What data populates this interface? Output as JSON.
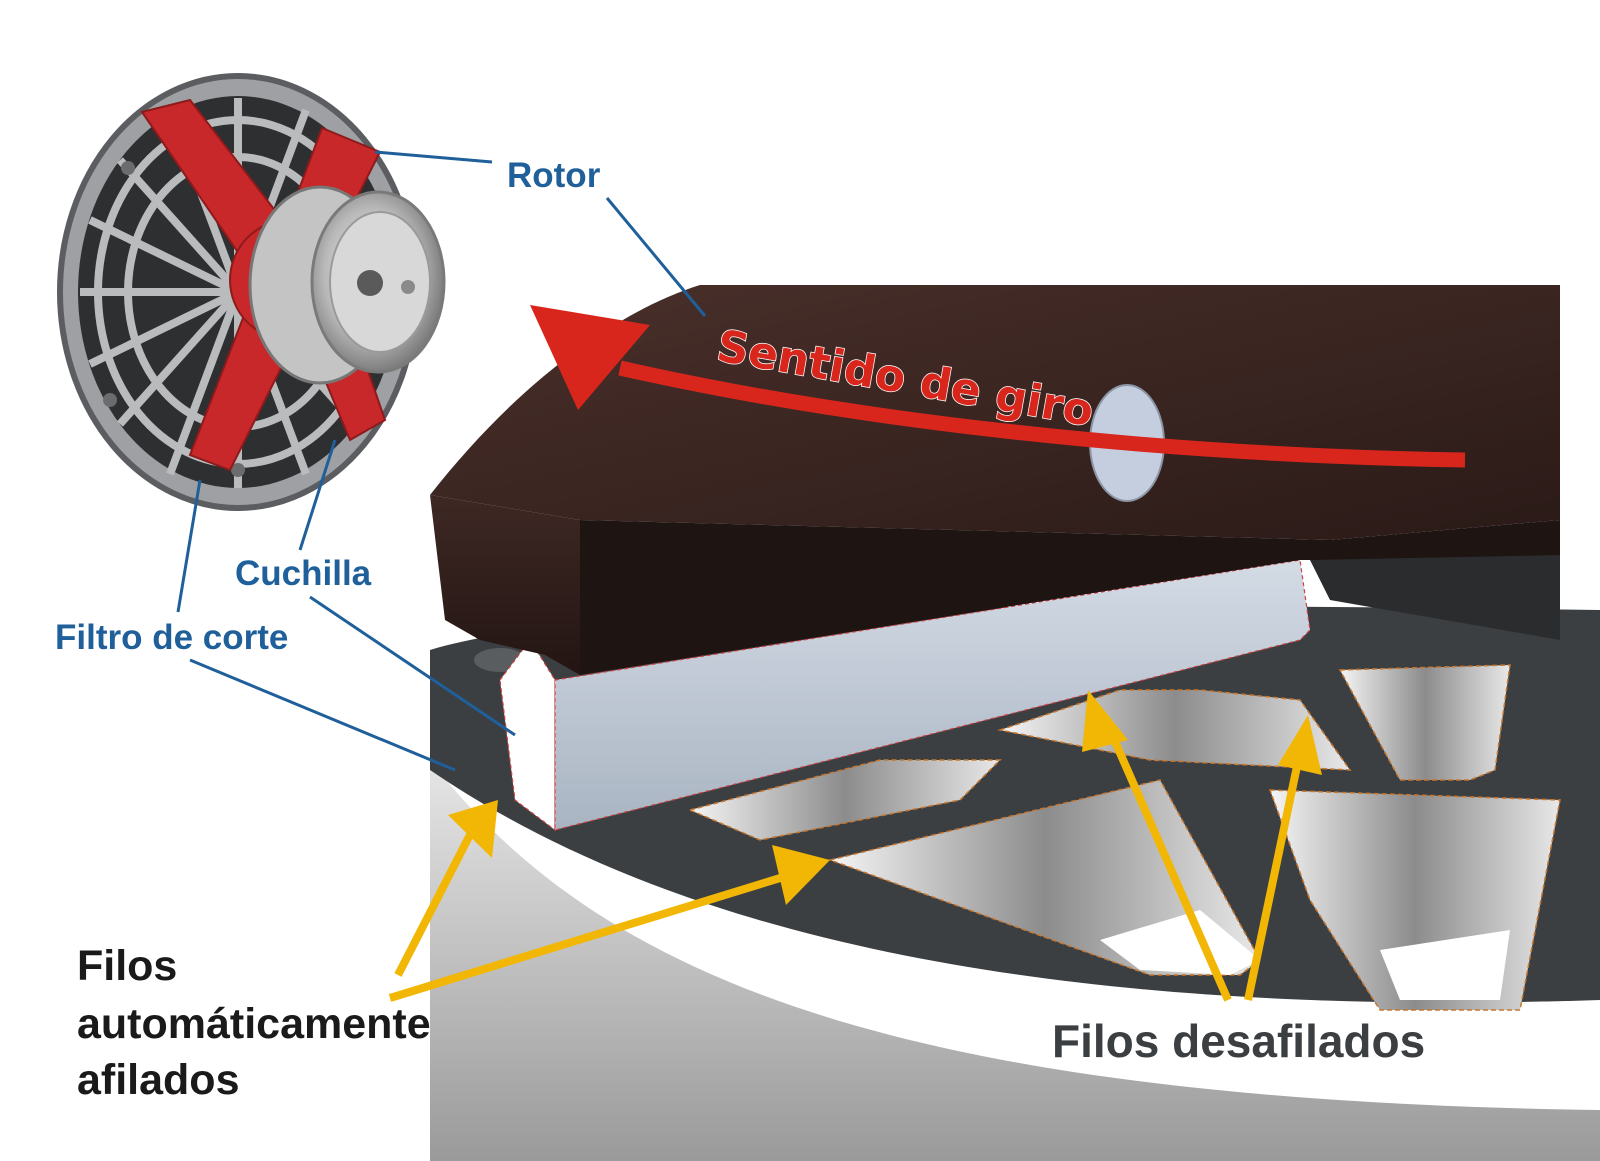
{
  "labels": {
    "rotor": "Rotor",
    "cuchilla": "Cuchilla",
    "filtro": "Filtro de corte",
    "sentido": "Sentido de giro",
    "filos_auto_1": "Filos",
    "filos_auto_2": "automáticamente",
    "filos_auto_3": "afilados",
    "filos_desafilados": "Filos desafilados"
  },
  "colors": {
    "callout_blue": "#1f5f9a",
    "rotation_red": "#d9261c",
    "edge_yellow": "#f2b705",
    "rotor_red": "#c8282a",
    "rotor_body": "#3a2622",
    "filter_dark": "#3c3f42",
    "blade": "#bcc6d2"
  }
}
